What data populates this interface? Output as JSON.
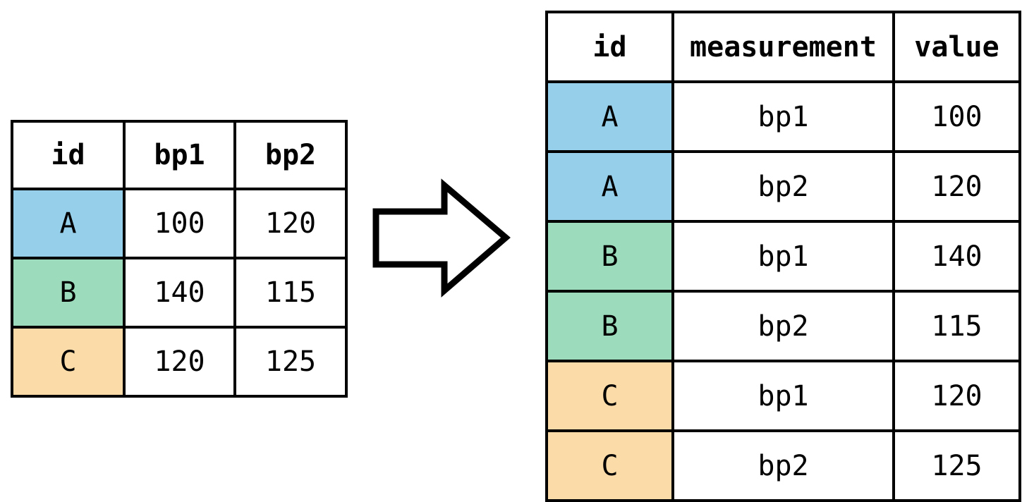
{
  "diagram": {
    "title": "pivot-longer-transformation",
    "arrow": {
      "icon": "right-block-arrow-icon",
      "direction": "right",
      "fill_color": "#ffffff",
      "stroke_color": "#000000"
    },
    "palette": {
      "border": "#000000",
      "background": "#ffffff",
      "text": "#000000",
      "id_a": "#96cfea",
      "id_b": "#9cdcbc",
      "id_c": "#fbdca8"
    }
  },
  "wide_table": {
    "name": "wide-format-table",
    "columns": [
      "id",
      "bp1",
      "bp2"
    ],
    "rows": [
      {
        "id": "A",
        "bp1": "100",
        "bp2": "120",
        "fill": "#96cfea"
      },
      {
        "id": "B",
        "bp1": "140",
        "bp2": "115",
        "fill": "#9cdcbc"
      },
      {
        "id": "C",
        "bp1": "120",
        "bp2": "125",
        "fill": "#fbdca8"
      }
    ]
  },
  "long_table": {
    "name": "long-format-table",
    "columns": [
      "id",
      "measurement",
      "value"
    ],
    "rows": [
      {
        "id": "A",
        "measurement": "bp1",
        "value": "100",
        "fill": "#96cfea"
      },
      {
        "id": "A",
        "measurement": "bp2",
        "value": "120",
        "fill": "#96cfea"
      },
      {
        "id": "B",
        "measurement": "bp1",
        "value": "140",
        "fill": "#9cdcbc"
      },
      {
        "id": "B",
        "measurement": "bp2",
        "value": "115",
        "fill": "#9cdcbc"
      },
      {
        "id": "C",
        "measurement": "bp1",
        "value": "120",
        "fill": "#fbdca8"
      },
      {
        "id": "C",
        "measurement": "bp2",
        "value": "125",
        "fill": "#fbdca8"
      }
    ]
  }
}
